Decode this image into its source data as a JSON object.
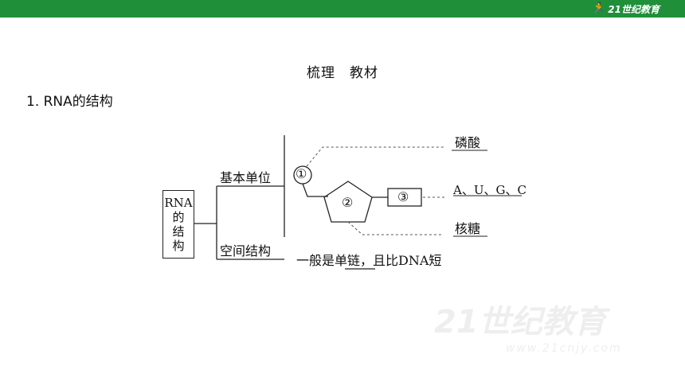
{
  "header": {
    "brand_text": "21世纪教育",
    "bar_color": "#1f8f3a"
  },
  "heading": "梳理　教材",
  "section_title": "1. RNA的结构",
  "diagram": {
    "root_label_lines": [
      "RNA",
      "的",
      "结",
      "构"
    ],
    "branch_basic_unit": "基本单位",
    "branch_spatial": "空间结构",
    "circle_1": "①",
    "circle_2": "②",
    "circle_3": "③",
    "phosphate": "磷酸",
    "bases": "A、U、G、C",
    "ribose": "核糖",
    "spatial_desc_prefix": "一般是",
    "spatial_desc_underlined": "单链",
    "spatial_desc_suffix": "，且比DNA短"
  },
  "watermark": {
    "text": "21世纪教育",
    "sub": "www.21cnjy.com"
  }
}
